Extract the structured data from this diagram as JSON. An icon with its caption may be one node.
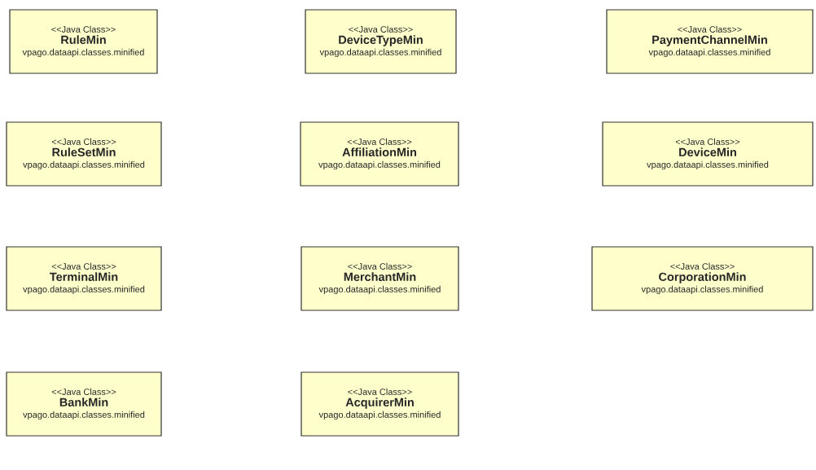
{
  "diagram": {
    "nodes": [
      {
        "text": [
          "<<Java Class>>",
          "RuleMin",
          "vpago.dataapi.classes.minified"
        ]
      },
      {
        "text": [
          "<<Java Class>>",
          "DeviceTypeMin",
          "vpago.dataapi.classes.minified"
        ]
      },
      {
        "text": [
          "<<Java Class>>",
          "PaymentChannelMin",
          "vpago.dataapi.classes.minified"
        ]
      },
      {
        "text": [
          "<<Java Class>>",
          "RuleSetMin",
          "vpago.dataapi.classes.minified"
        ]
      },
      {
        "text": [
          "<<Java Class>>",
          "AffiliationMin",
          "vpago.dataapi.classes.minified"
        ]
      },
      {
        "text": [
          "<<Java Class>>",
          "DeviceMin",
          "vpago.dataapi.classes.minified"
        ]
      },
      {
        "text": [
          "<<Java Class>>",
          "TerminalMin",
          "vpago.dataapi.classes.minified"
        ]
      },
      {
        "text": [
          "<<Java Class>>",
          "MerchantMin",
          "vpago.dataapi.classes.minified"
        ]
      },
      {
        "text": [
          "<<Java Class>>",
          "CorporationMin",
          "vpago.dataapi.classes.minified"
        ]
      },
      {
        "text": [
          "<<Java Class>>",
          "BankMin",
          "vpago.dataapi.classes.minified"
        ]
      },
      {
        "text": [
          "<<Java Class>>",
          "AcquirerMin",
          "vpago.dataapi.classes.minified"
        ]
      }
    ]
  }
}
